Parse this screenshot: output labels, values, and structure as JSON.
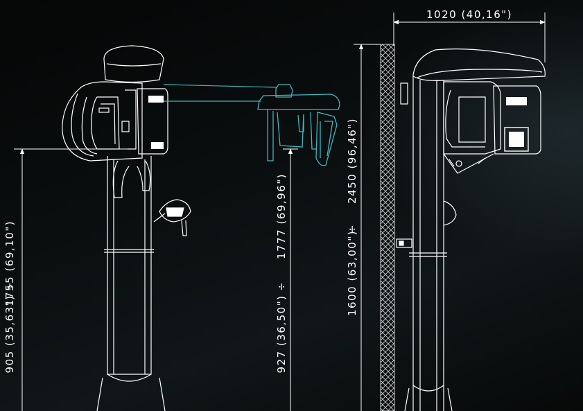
{
  "colors": {
    "background": "#000000",
    "line": "#ffffff",
    "accent": "#3fb8c0"
  },
  "dimensions": {
    "width_total": "1020 (40,16\")",
    "height_total": "2450 (96,46\")",
    "height_min_wall": "1600 (63,00\")",
    "column_max": "1755 (69,10\")",
    "column_min": "905 (35,63\")",
    "chin_max": "1777 (69,96\")",
    "chin_min": "927 (36,50\")",
    "range_symbol": "÷"
  }
}
